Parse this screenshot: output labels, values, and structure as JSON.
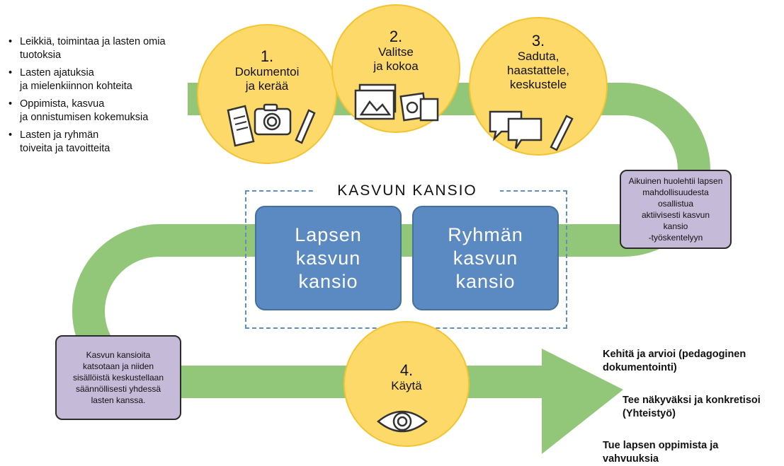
{
  "bullets": [
    "Leikkiä, toimintaa ja lasten omia tuotoksia",
    "Lasten ajatuksia\nja mielenkiinnon kohteita",
    "Oppimista, kasvua\nja onnistumisen kokemuksia",
    "Lasten ja ryhmän\ntoiveita ja tavoitteita"
  ],
  "steps": [
    {
      "number": "1.",
      "label": "Dokumentoi\nja kerää",
      "icon": "document-camera-pen-icon"
    },
    {
      "number": "2.",
      "label": "Valitse\nja kokoa",
      "icon": "photos-icon"
    },
    {
      "number": "3.",
      "label": "Saduta,\nhaastattele,\nkeskustele",
      "icon": "speech-bubbles-pen-icon"
    },
    {
      "number": "4.",
      "label": "Käytä",
      "icon": "eye-icon"
    }
  ],
  "notes": {
    "right": "Aikuinen huolehtii lapsen\nmahdollisuudesta osallistua\naktiivisesti kasvun kansio\n-työskentelyyn",
    "left": "Kasvun kansioita\nkatsotaan ja niiden\nsisällöistä keskustellaan\nsäännöllisesti yhdessä\nlasten kanssa."
  },
  "kansio": {
    "title": "KASVUN KANSIO",
    "child": "Lapsen\nkasvun\nkansio",
    "group": "Ryhmän\nkasvun\nkansio"
  },
  "goals": [
    "Kehitä ja arvioi (pedagoginen\ndokumentointi)",
    "Tee näkyväksi ja konkretisoi\n(Yhteistyö)",
    "Tue lapsen oppimista ja\nvahvuuksia"
  ],
  "colors": {
    "path_green": "#92c77a",
    "circle_yellow": "#fdd96a",
    "note_purple": "#c6bad9",
    "folder_blue": "#5b8ac3",
    "frame_dashed": "#5f8fbf"
  }
}
